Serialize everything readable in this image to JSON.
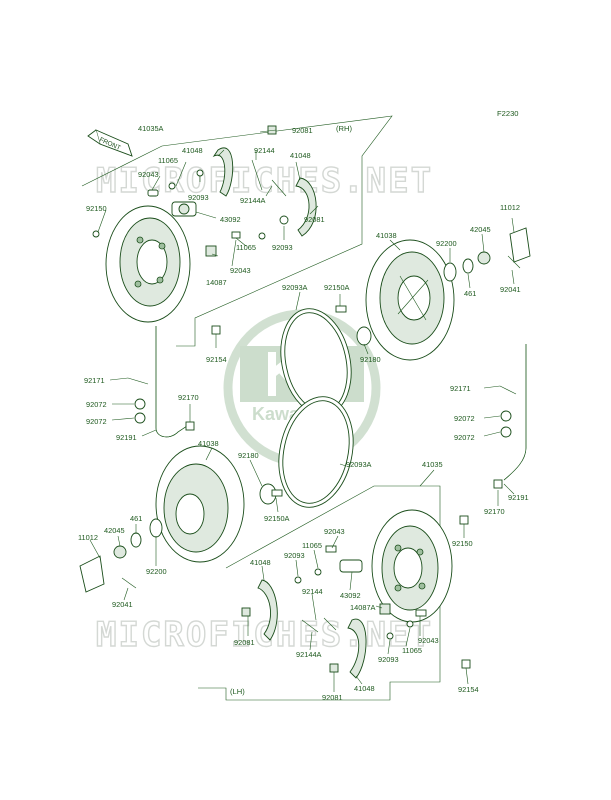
{
  "diagram_code": "F2230",
  "side_labels": {
    "right": "(RH)",
    "left": "(LH)"
  },
  "front_badge": "FRONT",
  "watermark": {
    "text": "MICROFICHES.NET",
    "logo_text": "Kawasaki"
  },
  "part_numbers": {
    "p41035A": "41035A",
    "p92081_rh_top": "92081",
    "p41048_rh_a": "41048",
    "p11065_rh": "11065",
    "p92144_rh": "92144",
    "p41048_rh_b": "41048",
    "p92043_rh_a": "92043",
    "p92093_rh_a": "92093",
    "p92150_rh": "92150",
    "p92144A_rh": "92144A",
    "p43092_rh": "43092",
    "p11065_rh_b": "11065",
    "p92081_rh_b": "92081",
    "p92093_rh_b": "92093",
    "p92043_rh_b": "92043",
    "p14087_rh": "14087",
    "p11012_rh": "11012",
    "p41038_rh": "41038",
    "p42045_rh": "42045",
    "p92200_rh": "92200",
    "p461_rh": "461",
    "p92041_rh": "92041",
    "p92093A_top": "92093A",
    "p92150A_rh": "92150A",
    "p92180_rh": "92180",
    "p92154_rh": "92154",
    "p92171_l": "92171",
    "p92072_l_a": "92072",
    "p92072_l_b": "92072",
    "p92170_l": "92170",
    "p92191_l": "92191",
    "p92171_r": "92171",
    "p92072_r_a": "92072",
    "p92072_r_b": "92072",
    "p41038_lh": "41038",
    "p92180_lh": "92180",
    "p92093A_bot": "92093A",
    "p41035": "41035",
    "p92191_r": "92191",
    "p92170_r": "92170",
    "p92150_lh": "92150",
    "p92150A_lh": "92150A",
    "p92043_lh_a": "92043",
    "p11065_lh_a": "11065",
    "p92093_lh_a": "92093",
    "p41048_lh_a": "41048",
    "p11012_lh": "11012",
    "p42045_lh": "42045",
    "p461_lh": "461",
    "p92200_lh": "92200",
    "p92041_lh": "92041",
    "p43092_lh": "43092",
    "p92144_lh": "92144",
    "p14087A_lh": "14087A",
    "p92043_lh_b": "92043",
    "p92081_lh_a": "92081",
    "p92144A_lh": "92144A",
    "p92093_lh_b": "92093",
    "p11065_lh_b": "11065",
    "p41048_lh_b": "41048",
    "p92081_lh_b": "92081",
    "p92154_lh": "92154"
  }
}
